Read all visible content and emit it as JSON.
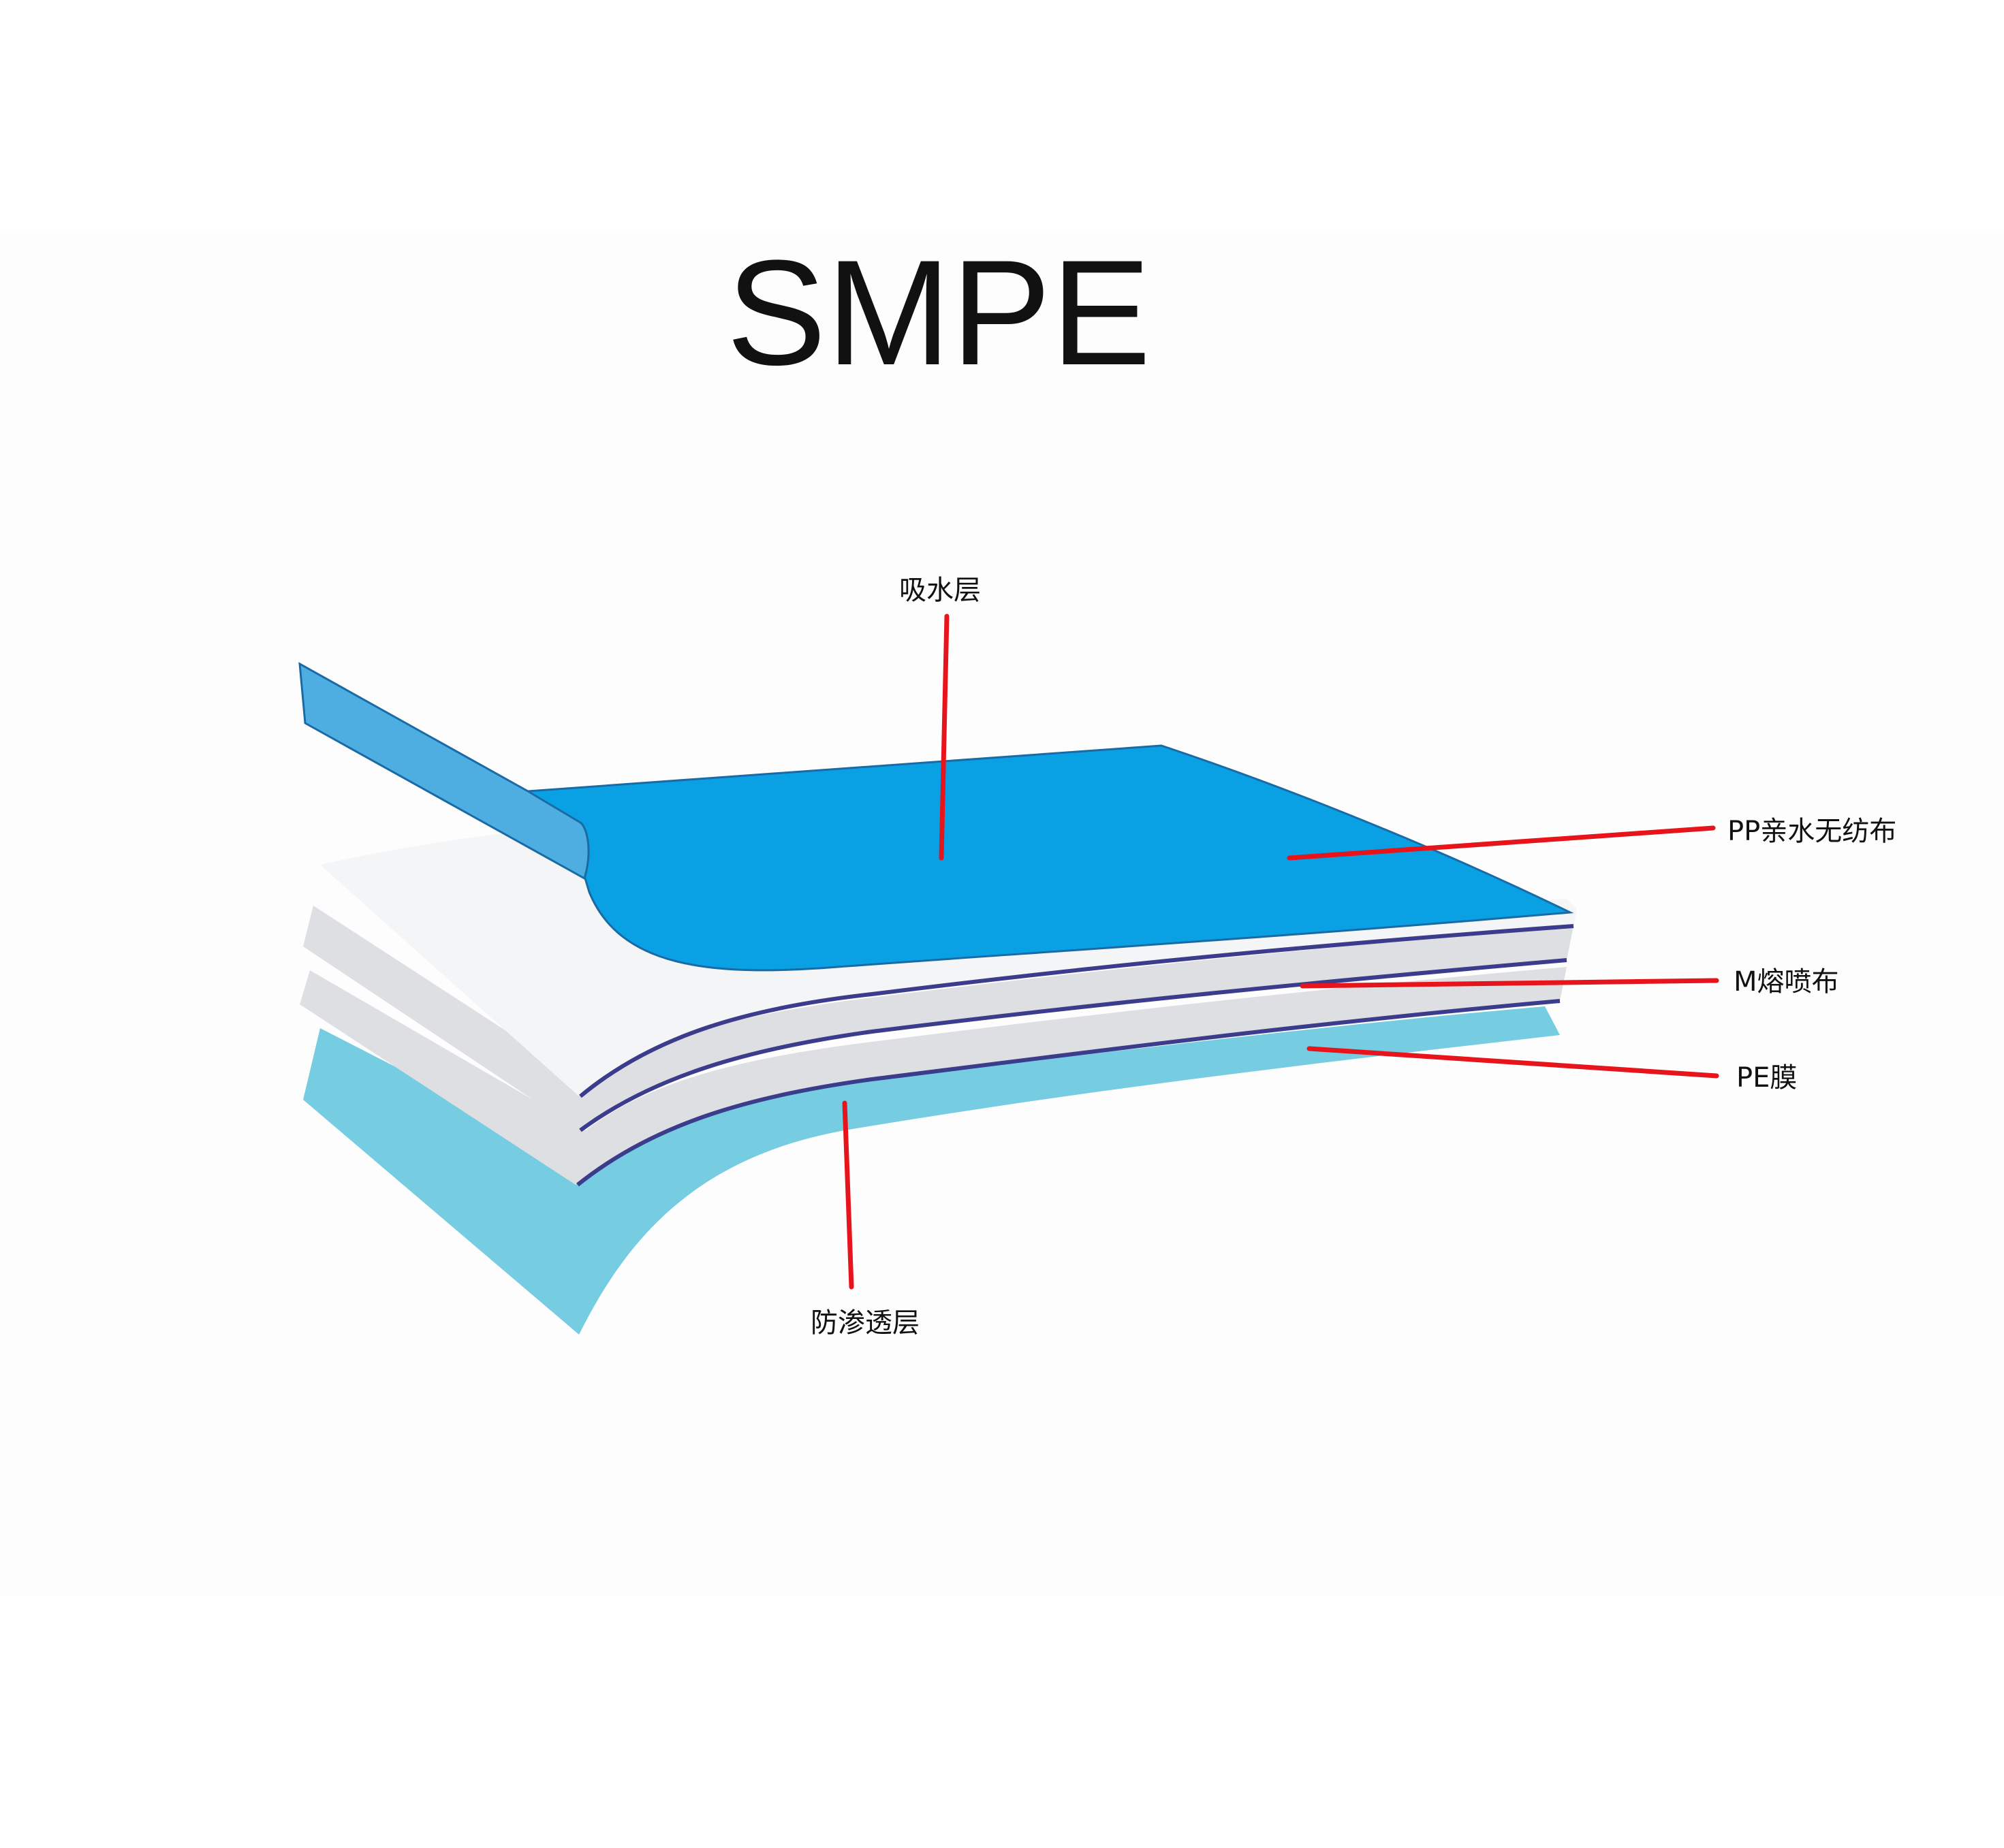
{
  "title": "SMPE",
  "labels": {
    "absorb": "吸水层",
    "pp": "PP亲水无纺布",
    "m": "M熔喷布",
    "pe": "PE膜",
    "barrier": "防渗透层"
  },
  "colors": {
    "leader": "#e8141b",
    "pp_layer": "#0aa1e4",
    "pp_flap": "#4eaee2",
    "pe_layer": "#76cce0",
    "sheet_white": "#f4f5f7",
    "sheet_grey": "#dedfe3",
    "edge_line": "#3b3d8c"
  }
}
